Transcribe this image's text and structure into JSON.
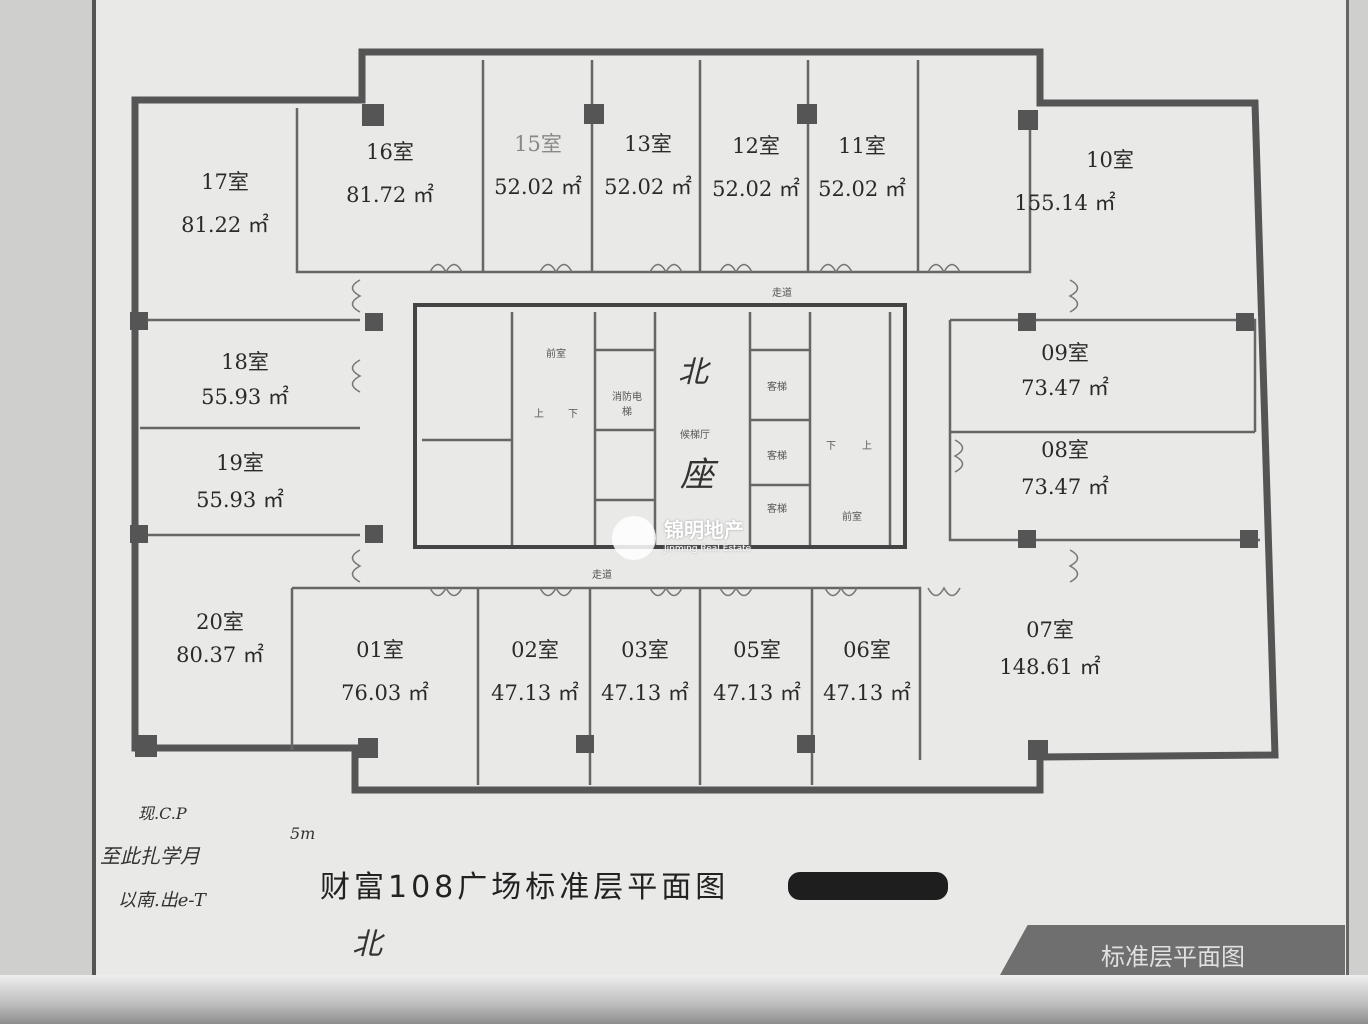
{
  "plan": {
    "title": "财富108广场标准层平面图",
    "tag": "标准层平面图",
    "rooms": [
      {
        "name": "17室",
        "area": "81.22 ㎡"
      },
      {
        "name": "16室",
        "area": "81.72 ㎡"
      },
      {
        "name": "15室",
        "area": "52.02 ㎡"
      },
      {
        "name": "13室",
        "area": "52.02 ㎡"
      },
      {
        "name": "12室",
        "area": "52.02 ㎡"
      },
      {
        "name": "11室",
        "area": "52.02 ㎡"
      },
      {
        "name": "10室",
        "area": "155.14 ㎡"
      },
      {
        "name": "18室",
        "area": "55.93 ㎡"
      },
      {
        "name": "19室",
        "area": "55.93 ㎡"
      },
      {
        "name": "09室",
        "area": "73.47 ㎡"
      },
      {
        "name": "08室",
        "area": "73.47 ㎡"
      },
      {
        "name": "20室",
        "area": "80.37 ㎡"
      },
      {
        "name": "01室",
        "area": "76.03 ㎡"
      },
      {
        "name": "02室",
        "area": "47.13 ㎡"
      },
      {
        "name": "03室",
        "area": "47.13 ㎡"
      },
      {
        "name": "05室",
        "area": "47.13 ㎡"
      },
      {
        "name": "06室",
        "area": "47.13 ㎡"
      },
      {
        "name": "07室",
        "area": "148.61 ㎡"
      }
    ],
    "core": {
      "corridor_top": "走道",
      "corridor_bottom": "走道",
      "anteroom_left": "前室",
      "up": "上",
      "down": "下",
      "fire_elevator": "消防电梯",
      "lobby": "候梯厅",
      "passenger_elevator_1": "客梯",
      "passenger_elevator_2": "客梯",
      "passenger_elevator_3": "客梯",
      "anteroom_right": "前室"
    },
    "handwriting": {
      "north_1": "北",
      "north_2": "座",
      "note_a": "5m",
      "note_b": "现.C.P",
      "note_c": "至此扎学月",
      "note_d": "以南.出e-T",
      "note_e": "北"
    },
    "watermark": {
      "cn": "锦明地产",
      "en": "Jinming Real Estate"
    }
  }
}
